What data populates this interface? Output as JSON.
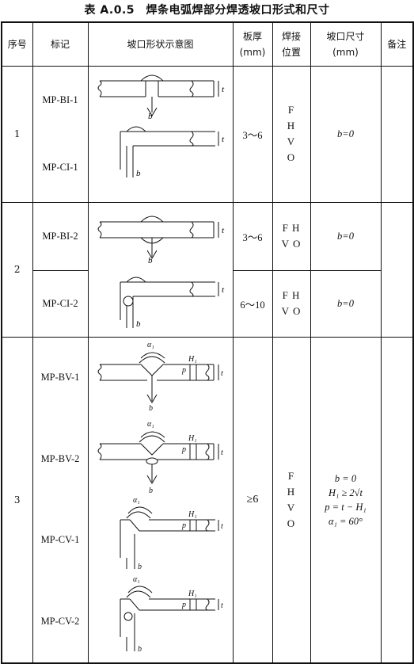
{
  "title": "表 A.0.5　焊条电弧焊部分焊透坡口形式和尺寸",
  "headers": {
    "seq": "序号",
    "mark": "标记",
    "diagram": "坡口形状示意图",
    "thickness_l1": "板厚",
    "thickness_l2": "(mm)",
    "position_l1": "焊接",
    "position_l2": "位置",
    "size_l1": "坡口尺寸",
    "size_l2": "(mm)",
    "remark": "备注"
  },
  "rows": [
    {
      "seq": "1",
      "marks": [
        "MP-BI-1",
        "MP-CI-1"
      ],
      "thickness": "3～6",
      "position": [
        "F",
        "H",
        "V",
        "O"
      ],
      "size": [
        "b=0"
      ],
      "remark": ""
    },
    {
      "seq": "2",
      "subrows": [
        {
          "mark": "MP-BI-2",
          "thickness": "3～6",
          "position": [
            "F H",
            "V O"
          ],
          "size": "b=0"
        },
        {
          "mark": "MP-CI-2",
          "thickness": "6～10",
          "position": [
            "F H",
            "V O"
          ],
          "size": "b=0"
        }
      ],
      "remark": ""
    },
    {
      "seq": "3",
      "marks": [
        "MP-BV-1",
        "MP-BV-2",
        "MP-CV-1",
        "MP-CV-2"
      ],
      "thickness": "≥6",
      "position": [
        "F",
        "H",
        "V",
        "O"
      ],
      "size": [
        "b = 0",
        "H₁ ≥ 2√t",
        "p = t − H₁",
        "α₁ = 60°"
      ],
      "remark": ""
    }
  ],
  "diagram_labels": {
    "gap": "b",
    "thickness": "t",
    "angle": "α₁",
    "depth": "H₁",
    "root_face": "p"
  }
}
